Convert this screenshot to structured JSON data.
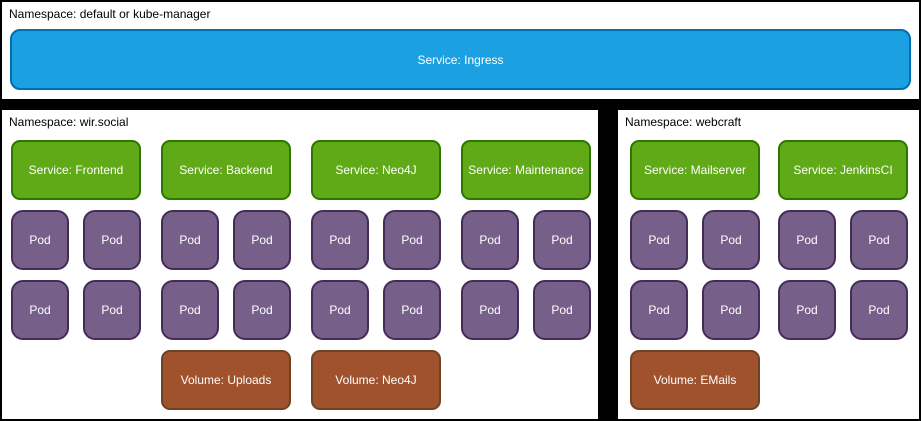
{
  "colors": {
    "ingress_fill": "#1BA1E2",
    "ingress_stroke": "#006EAF",
    "service_fill": "#60A917",
    "service_stroke": "#2D7600",
    "pod_fill": "#76608A",
    "pod_stroke": "#432D57",
    "volume_fill": "#A0522D",
    "volume_stroke": "#6D4324"
  },
  "top_panel": {
    "label": "Namespace: default or kube-manager",
    "service": "Service: Ingress"
  },
  "left_panel": {
    "label": "Namespace: wir.social",
    "columns": [
      {
        "service": "Service: Frontend",
        "pods": [
          "Pod",
          "Pod",
          "Pod",
          "Pod"
        ]
      },
      {
        "service": "Service: Backend",
        "pods": [
          "Pod",
          "Pod",
          "Pod",
          "Pod"
        ],
        "volume": "Volume: Uploads"
      },
      {
        "service": "Service: Neo4J",
        "pods": [
          "Pod",
          "Pod",
          "Pod",
          "Pod"
        ],
        "volume": "Volume: Neo4J"
      },
      {
        "service": "Service: Maintenance",
        "pods": [
          "Pod",
          "Pod",
          "Pod",
          "Pod"
        ]
      }
    ]
  },
  "right_panel": {
    "label": "Namespace: webcraft",
    "columns": [
      {
        "service": "Service: Mailserver",
        "pods": [
          "Pod",
          "Pod",
          "Pod",
          "Pod"
        ],
        "volume": "Volume: EMails"
      },
      {
        "service": "Service: JenkinsCI",
        "pods": [
          "Pod",
          "Pod",
          "Pod",
          "Pod"
        ]
      }
    ]
  }
}
